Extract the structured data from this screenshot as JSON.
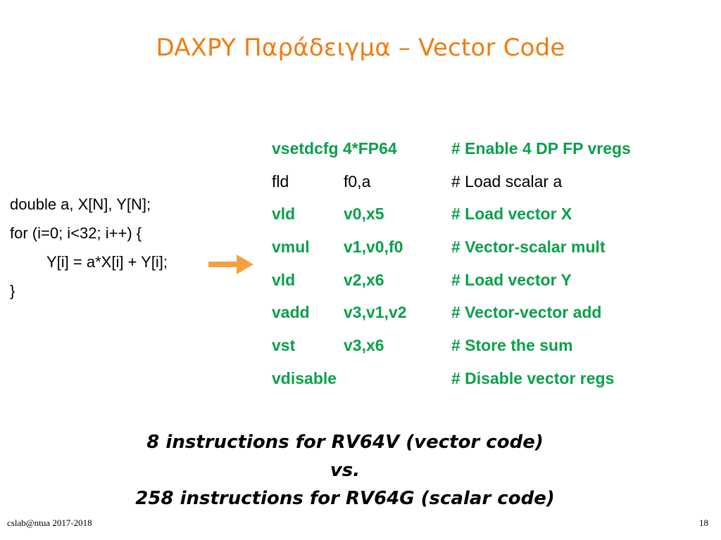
{
  "title": "DAXPY Παράδειγμα – Vector Code",
  "c_code": [
    "double a, X[N], Y[N];",
    "for (i=0; i<32; i++) {",
    "Y[i] = a*X[i] + Y[i];",
    "}"
  ],
  "arrow_color": "#f5a040",
  "assembly": [
    {
      "op": "vsetdcfg 4*FP64",
      "args": "",
      "comment": "# Enable 4 DP FP vregs",
      "bold": true
    },
    {
      "op": "fld",
      "args": "f0,a",
      "comment": "# Load scalar a",
      "bold": false
    },
    {
      "op": "vld",
      "args": "v0,x5",
      "comment": "# Load vector X",
      "bold": true
    },
    {
      "op": "vmul",
      "args": "v1,v0,f0",
      "comment": "# Vector-scalar mult",
      "bold": true
    },
    {
      "op": "vld",
      "args": "v2,x6",
      "comment": "# Load vector Y",
      "bold": true
    },
    {
      "op": "vadd",
      "args": "v3,v1,v2",
      "comment": "# Vector-vector add",
      "bold": true
    },
    {
      "op": "vst",
      "args": "v3,x6",
      "comment": "# Store the sum",
      "bold": true
    },
    {
      "op": "vdisable",
      "args": "",
      "comment": "# Disable vector regs",
      "bold": true
    }
  ],
  "summary": [
    "8 instructions for RV64V (vector code)",
    "vs.",
    "258 instructions for RV64G (scalar code)"
  ],
  "footer": {
    "left": "cslab@ntua 2017-2018",
    "page_number": "18"
  },
  "colors": {
    "title": "#f07c12",
    "assembly": "#0aa04a"
  }
}
